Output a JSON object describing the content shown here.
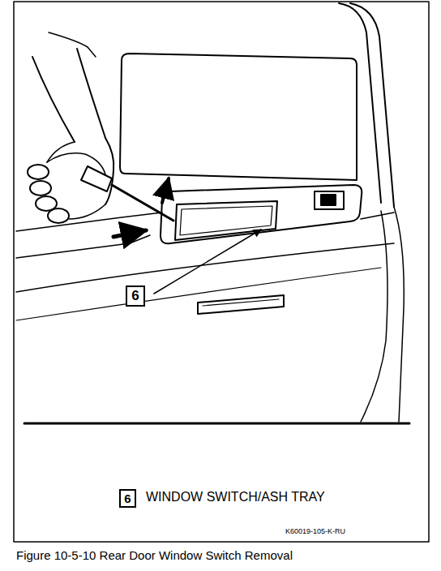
{
  "diagram": {
    "caption": "Figure 10-5-10 Rear Door Window Switch Removal",
    "nodes": [
      {
        "text": [
          "6"
        ]
      },
      {
        "text": [
          "6"
        ]
      }
    ],
    "labels": [
      "WINDOW SWITCH/ASH TRAY",
      "K60019-105-K-RU"
    ]
  }
}
